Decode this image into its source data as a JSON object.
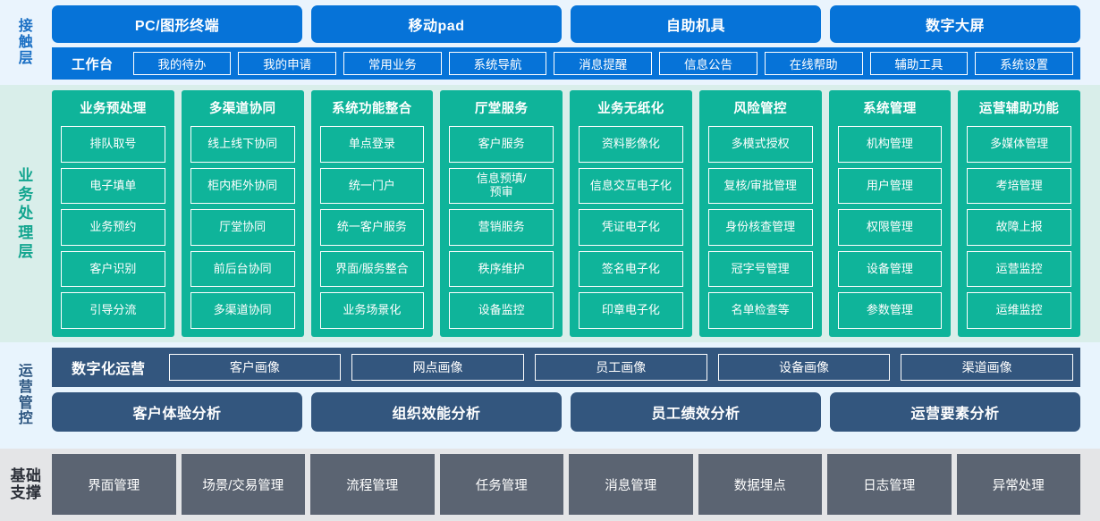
{
  "bands": {
    "contact": {
      "label_chars": [
        "接",
        "触",
        "层"
      ],
      "channels": [
        "PC/图形终端",
        "移动pad",
        "自助机具",
        "数字大屏"
      ],
      "nav_title": "工作台",
      "nav_items": [
        "我的待办",
        "我的申请",
        "常用业务",
        "系统导航",
        "消息提醒",
        "信息公告",
        "在线帮助",
        "辅助工具",
        "系统设置"
      ]
    },
    "business": {
      "label_chars": [
        "业",
        "务",
        "处",
        "理",
        "层"
      ],
      "columns": [
        {
          "title": "业务预处理",
          "items": [
            "排队取号",
            "电子填单",
            "业务预约",
            "客户识别",
            "引导分流"
          ]
        },
        {
          "title": "多渠道协同",
          "items": [
            "线上线下协同",
            "柜内柜外协同",
            "厅堂协同",
            "前后台协同",
            "多渠道协同"
          ]
        },
        {
          "title": "系统功能整合",
          "items": [
            "单点登录",
            "统一门户",
            "统一客户服务",
            "界面/服务整合",
            "业务场景化"
          ]
        },
        {
          "title": "厅堂服务",
          "items": [
            "客户服务",
            "信息预填/\n预审",
            "营销服务",
            "秩序维护",
            "设备监控"
          ]
        },
        {
          "title": "业务无纸化",
          "items": [
            "资料影像化",
            "信息交互电子化",
            "凭证电子化",
            "签名电子化",
            "印章电子化"
          ]
        },
        {
          "title": "风险管控",
          "items": [
            "多模式授权",
            "复核/审批管理",
            "身份核查管理",
            "冠字号管理",
            "名单检查等"
          ]
        },
        {
          "title": "系统管理",
          "items": [
            "机构管理",
            "用户管理",
            "权限管理",
            "设备管理",
            "参数管理"
          ]
        },
        {
          "title": "运营辅助功能",
          "items": [
            "多媒体管理",
            "考培管理",
            "故障上报",
            "运营监控",
            "运维监控"
          ]
        }
      ]
    },
    "operations": {
      "label_chars": [
        "运",
        "营",
        "管",
        "控"
      ],
      "row1_title": "数字化运营",
      "row1_chips": [
        "客户画像",
        "网点画像",
        "员工画像",
        "设备画像",
        "渠道画像"
      ],
      "row2_blocks": [
        "客户体验分析",
        "组织效能分析",
        "员工绩效分析",
        "运营要素分析"
      ]
    },
    "foundation": {
      "label_lines": [
        "基础",
        "支撑"
      ],
      "items": [
        "界面管理",
        "场景/交易管理",
        "流程管理",
        "任务管理",
        "消息管理",
        "数据埋点",
        "日志管理",
        "异常处理"
      ]
    }
  },
  "colors": {
    "contact_bg": "#eaf4fd",
    "contact_accent": "#0673d8",
    "business_bg": "#d9eeea",
    "business_accent": "#0fb49a",
    "operations_bg": "#e8f4fd",
    "operations_accent": "#33567e",
    "foundation_bg": "#e4e5e7",
    "foundation_accent": "#5b6472"
  }
}
